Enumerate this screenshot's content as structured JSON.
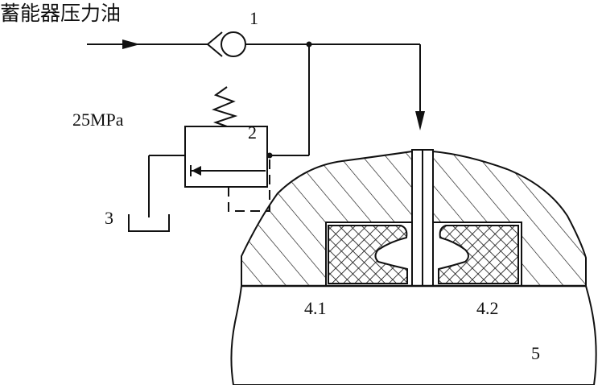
{
  "title": "蓄能器压力油",
  "pressure": "25MPa",
  "callouts": {
    "check_valve": "1",
    "relief_valve": "2",
    "tank": "3",
    "seal_left": "4.1",
    "seal_right": "4.2",
    "body": "5"
  }
}
